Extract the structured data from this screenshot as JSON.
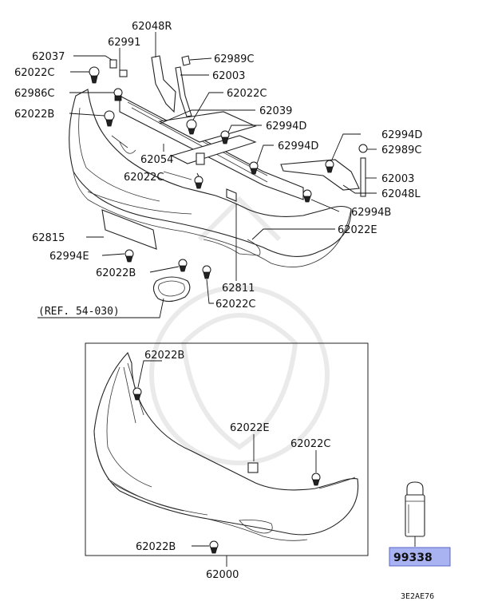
{
  "labels": {
    "p62048R": "62048R",
    "p62037": "62037",
    "p62991": "62991",
    "p62989C_top": "62989C",
    "p62022C_a": "62022C",
    "p62003_top": "62003",
    "p62986C": "62986C",
    "p62022C_b": "62022C",
    "p62039": "62039",
    "p62022B_a": "62022B",
    "p62994D_a": "62994D",
    "p62994D_b": "62994D",
    "p62994D_right": "62994D",
    "p62989C_right": "62989C",
    "p62054": "62054",
    "p62003_right": "62003",
    "p62022C_c": "62022C",
    "p62048L": "62048L",
    "p62994B": "62994B",
    "p62022E_a": "62022E",
    "p62815": "62815",
    "p62994E": "62994E",
    "p62022B_b": "62022B",
    "p62811": "62811",
    "p62022C_d": "62022C",
    "ref": "(REF. 54-030)",
    "inset_62022B": "62022B",
    "inset_62022E": "62022E",
    "inset_62022C": "62022C",
    "inset_62022B_bottom": "62022B",
    "p62000": "62000",
    "p99338": "99338",
    "code": "3E2AE76"
  },
  "colors": {
    "highlight_fill": "#a9b3f2",
    "highlight_stroke": "#5a66c8"
  }
}
